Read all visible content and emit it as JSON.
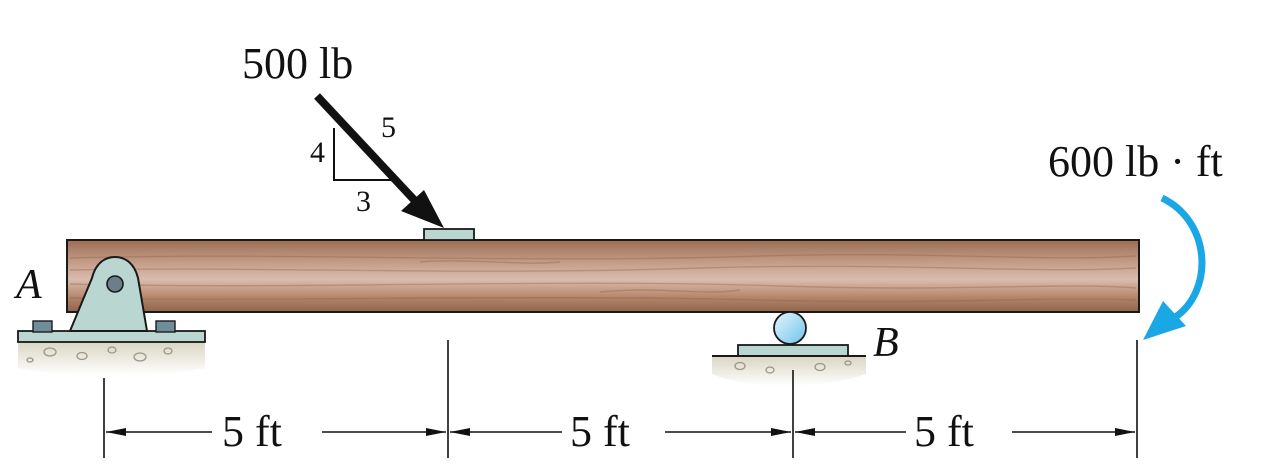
{
  "force": {
    "magnitude_label": "500 lb",
    "slope": {
      "rise": "4",
      "run": "3",
      "hyp": "5"
    }
  },
  "moment": {
    "label": "600 lb · ft",
    "color": "#1aa7e6"
  },
  "supports": {
    "left_label": "A",
    "right_label": "B"
  },
  "dimensions": {
    "segments": [
      "5 ft",
      "5 ft",
      "5 ft"
    ]
  },
  "colors": {
    "beam": "#b48a70",
    "support": "#b9d7d0",
    "ground": "#d7d3c1"
  }
}
